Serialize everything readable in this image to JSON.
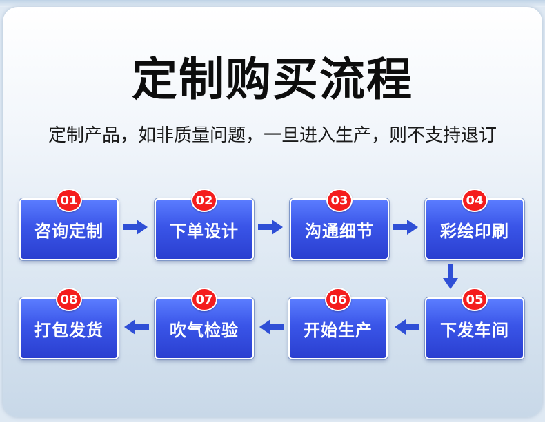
{
  "title": "定制购买流程",
  "subtitle": "定制产品，如非质量问题，一旦进入生产，则不支持退订",
  "colors": {
    "step_fill": "#3a55e8",
    "badge_fill": "#f41d1d",
    "arrow": "#2f4fd6",
    "title": "#0d0d0d"
  },
  "steps": [
    {
      "num": "01",
      "label": "咨询定制"
    },
    {
      "num": "02",
      "label": "下单设计"
    },
    {
      "num": "03",
      "label": "沟通细节"
    },
    {
      "num": "04",
      "label": "彩绘印刷"
    },
    {
      "num": "05",
      "label": "下发车间"
    },
    {
      "num": "06",
      "label": "开始生产"
    },
    {
      "num": "07",
      "label": "吹气检验"
    },
    {
      "num": "08",
      "label": "打包发货"
    }
  ],
  "arrows": [
    {
      "direction": "right-arrow-icon"
    },
    {
      "direction": "right-arrow-icon"
    },
    {
      "direction": "right-arrow-icon"
    },
    {
      "direction": "down-arrow-icon"
    },
    {
      "direction": "left-arrow-icon"
    },
    {
      "direction": "left-arrow-icon"
    },
    {
      "direction": "left-arrow-icon"
    }
  ]
}
